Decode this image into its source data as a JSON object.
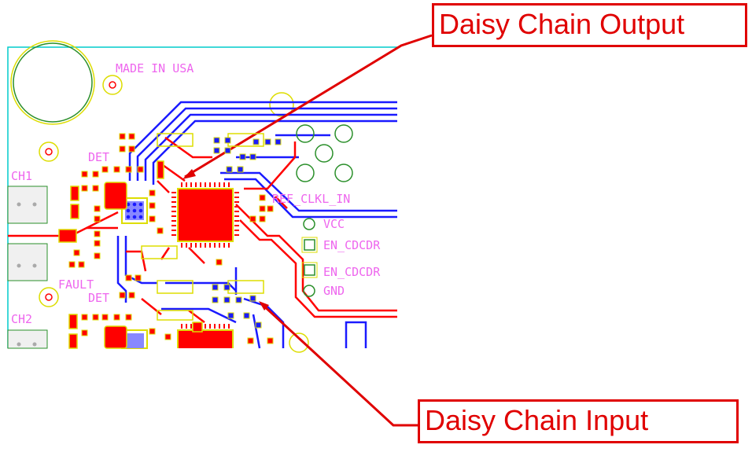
{
  "callouts": {
    "output": "Daisy Chain Output",
    "input": "Daisy Chain Input"
  },
  "silkscreen": {
    "made_in": "MADE IN USA",
    "ch1": "CH1",
    "ch2": "CH2",
    "det_top": "DET",
    "det_bottom": "DET",
    "fault": "FAULT",
    "ref_clk": "REF_CLKL_IN",
    "vcc": "VCC",
    "en1": "EN_CDCDR",
    "en2": "EN_CDCDR",
    "gnd": "GND"
  },
  "colors": {
    "top_copper": "#ff0000",
    "bottom_copper": "#1a1aff",
    "silkscreen": "#ee66ee",
    "outline": "#00cccc",
    "keepout": "#dddd00",
    "callout": "#e00000"
  }
}
